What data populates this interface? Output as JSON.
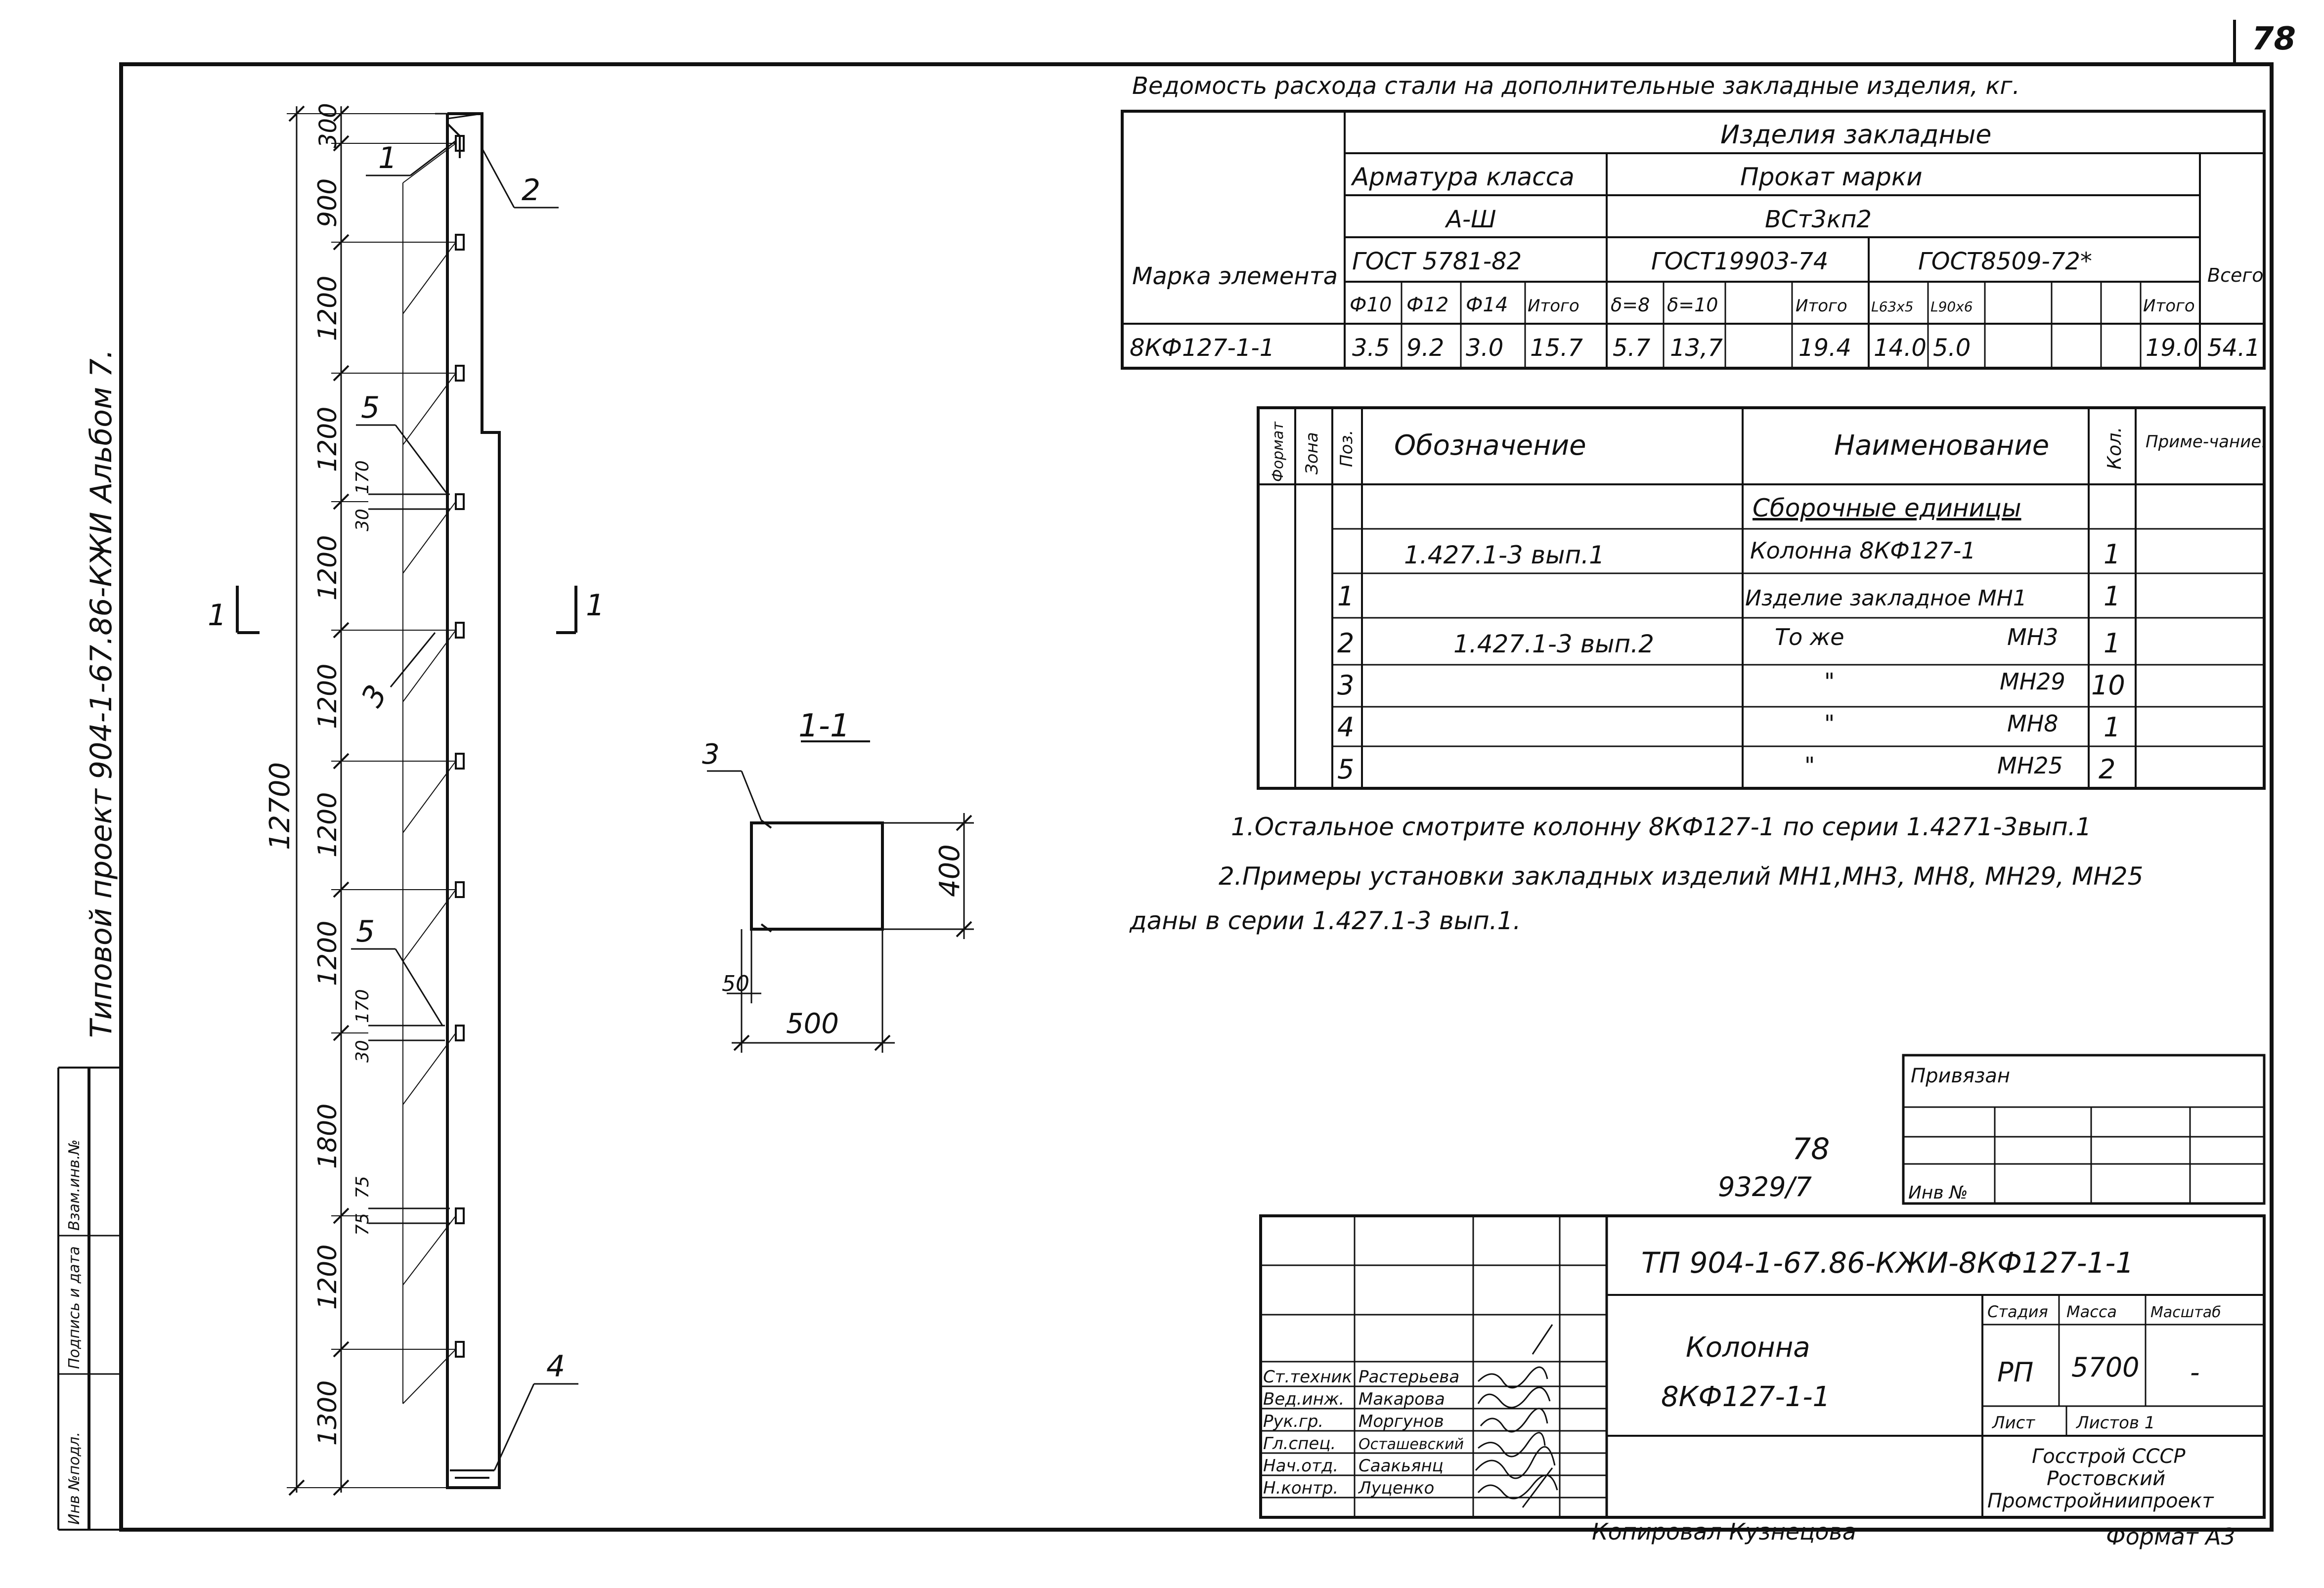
{
  "sheet": {
    "page_number": "78",
    "album_side": "Типовой  проект  904-1-67.86-КЖИ   Альбом 7.",
    "stamp_fields": [
      "Инв №подл.",
      "Подпись и дата",
      "Взам.инв.№"
    ]
  },
  "drawing": {
    "total_length": "12700",
    "top_dim": "300",
    "dims": [
      "900",
      "1200",
      "1200",
      "1200",
      "1200",
      "1200",
      "1200",
      "1800",
      "1200",
      "1300"
    ],
    "small_dims": [
      {
        "a": "30",
        "b": "170"
      },
      {
        "a": "30",
        "b": "170"
      },
      {
        "a": "75",
        "b": "75"
      }
    ],
    "callouts": [
      "1",
      "2",
      "5",
      "3",
      "5",
      "4"
    ],
    "section_mark": "1",
    "section_title": "1-1",
    "section_callout": "3",
    "section_height": "400",
    "section_width": "500",
    "section_offset": "50"
  },
  "steel_table": {
    "title": "Ведомость расхода стали на дополнительные закладные изделия, кг.",
    "group_header": "Изделия  закладные",
    "row_header": "Марка элемента",
    "total_header": "Всего",
    "rebar_class": "Арматура класса",
    "rebar_grade": "А-Ш",
    "rebar_gost": "ГОСТ 5781-82",
    "rolled": "Прокат марки",
    "rolled_grade": "ВСт3кп2",
    "gost1": "ГОСТ19903-74",
    "gost2": "ГОСТ8509-72*",
    "cols": [
      "Ф10",
      "Ф12",
      "Ф14",
      "Итого",
      "δ=8",
      "δ=10",
      "",
      "Итого",
      "L63х5",
      "L90х6",
      "",
      "",
      "Итого"
    ],
    "row_mark": "8КФ127-1-1",
    "row_values": [
      "3.5",
      "9.2",
      "3.0",
      "15.7",
      "5.7",
      "13,7",
      "",
      "19.4",
      "14.0",
      "5.0",
      "",
      "",
      "19.0"
    ],
    "row_total": "54.1"
  },
  "spec_table": {
    "headers": [
      "Формат",
      "Зона",
      "Поз.",
      "Обозначение",
      "Наименование",
      "Кол.",
      "Приме-чание."
    ],
    "section_heading": "Сборочные единицы",
    "rows": [
      {
        "pos": "",
        "designation": "1.427.1-3 вып.1",
        "name": "Колонна 8КФ127-1",
        "mark": "",
        "qty": "1"
      },
      {
        "pos": "1",
        "designation": "",
        "name": "Изделие закладное МН1",
        "mark": "",
        "qty": "1"
      },
      {
        "pos": "2",
        "designation": "1.427.1-3 вып.2",
        "name": "То же",
        "mark": "МН3",
        "qty": "1"
      },
      {
        "pos": "3",
        "designation": "",
        "name": "\"",
        "mark": "МН29",
        "qty": "10"
      },
      {
        "pos": "4",
        "designation": "",
        "name": "\"",
        "mark": "МН8",
        "qty": "1"
      },
      {
        "pos": "5",
        "designation": "",
        "name": "\"",
        "mark": "МН25",
        "qty": "2"
      }
    ]
  },
  "notes": [
    "1.Остальное смотрите колонну 8КФ127-1 по серии 1.4271-3вып.1",
    "2.Примеры установки закладных изделий МН1,МН3, МН8, МН29, МН25",
    "даны     в серии 1.427.1-3 вып.1."
  ],
  "title_block": {
    "attached": "Привязан",
    "inv": "Инв №",
    "doc_no": "9329/7",
    "sheet_mark": "78",
    "code": "ТП 904-1-67.86-КЖИ-8КФ127-1-1",
    "name_line1": "Колонна",
    "name_line2": "8КФ127-1-1",
    "stage_header": "Стадия",
    "mass_header": "Масса",
    "scale_header": "Масштаб",
    "stage": "РП",
    "mass": "5700",
    "scale": "-",
    "sheet_label": "Лист",
    "sheets_label": "Листов 1",
    "org": [
      "Госстрой СССР",
      "Ростовский",
      "Промстройниипроект"
    ],
    "people": [
      {
        "role": "Ст.техник",
        "name": "Растерьева"
      },
      {
        "role": "Вед.инж.",
        "name": "Макарова"
      },
      {
        "role": "Рук.гр.",
        "name": "Моргунов"
      },
      {
        "role": "Гл.спец.",
        "name": "Осташевский"
      },
      {
        "role": "Нач.отд.",
        "name": "Саакьянц"
      },
      {
        "role": "Н.контр.",
        "name": "Луценко"
      }
    ],
    "copied": "Копировал Кузнецова",
    "format": "Формат А3"
  }
}
